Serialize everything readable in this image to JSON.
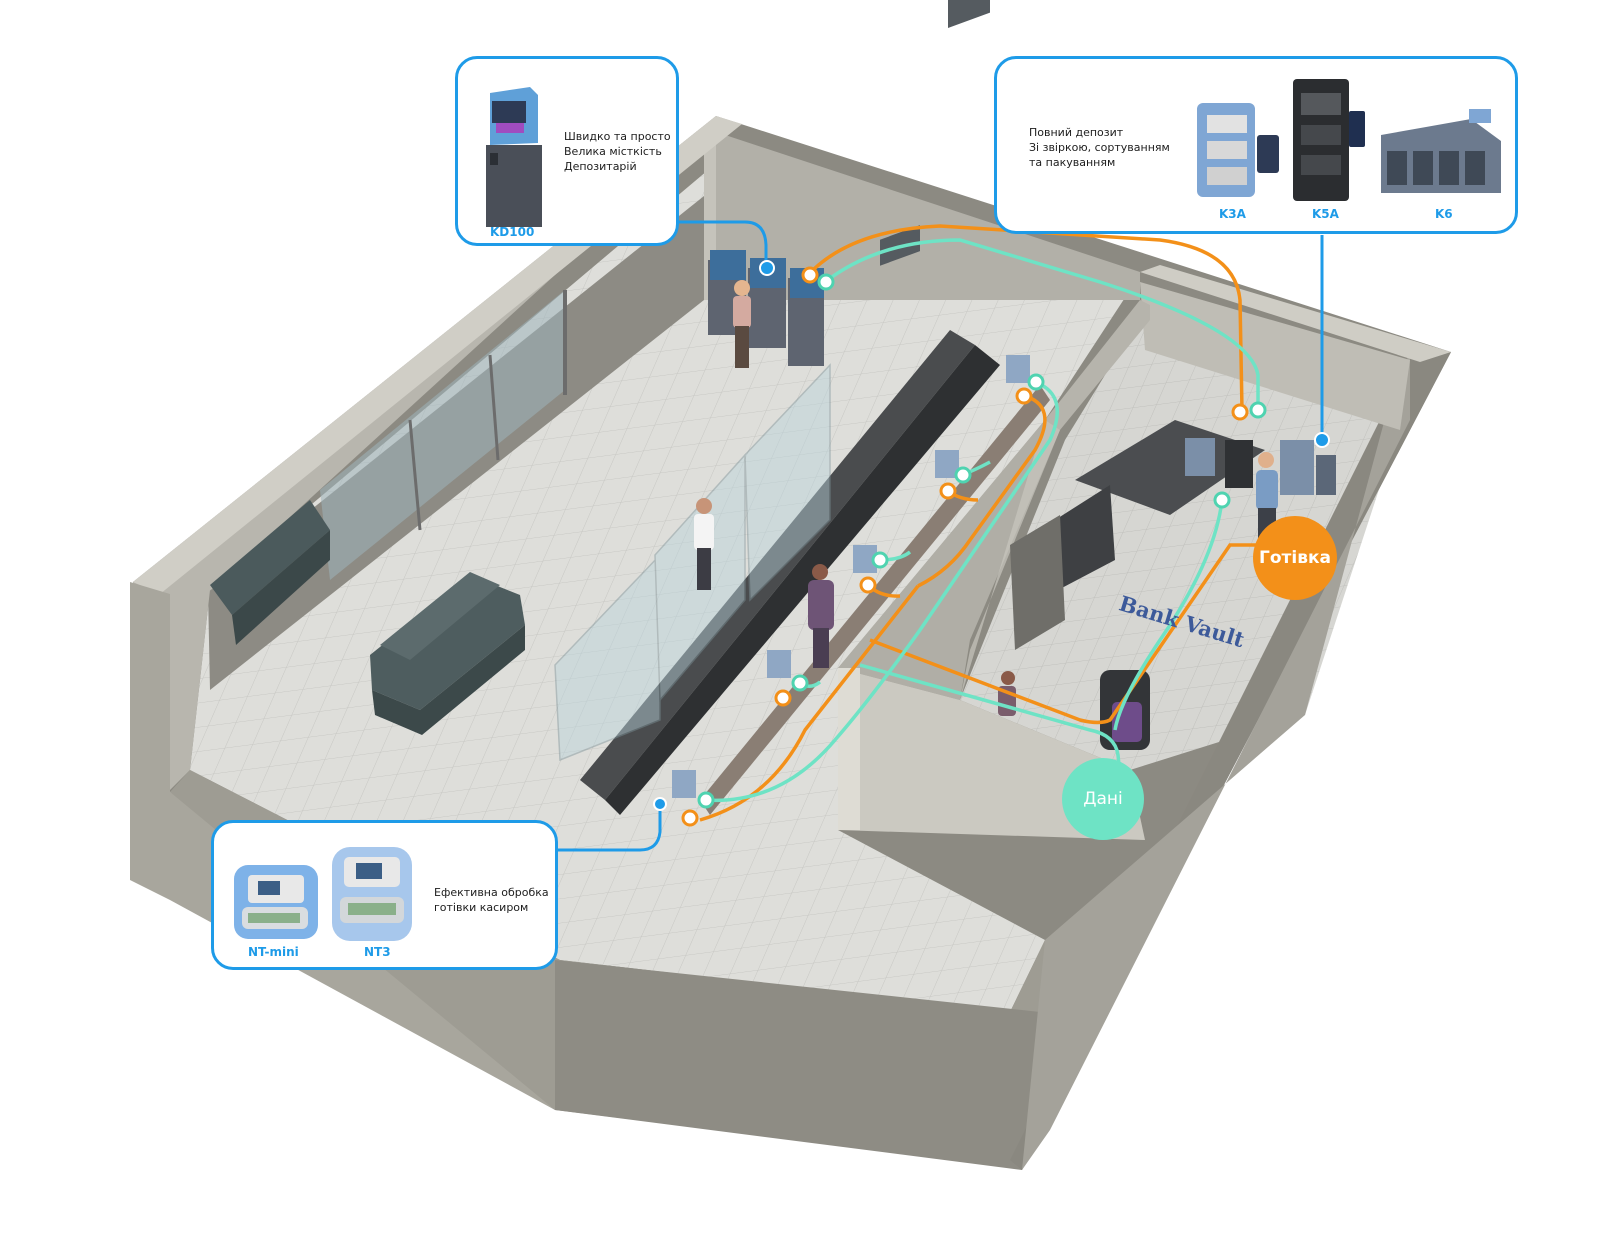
{
  "colors": {
    "accent_blue": "#1e9be8",
    "cash_orange": "#f39019",
    "data_teal": "#6ee3c5",
    "wall": "#a3a197",
    "floor": "#dcdcd8"
  },
  "callouts": {
    "kd100": {
      "lines": [
        "Швидко та просто",
        "Велика місткість",
        "Депозитарій"
      ],
      "product": "KD100"
    },
    "sorters": {
      "lines": [
        "Повний депозит",
        "Зі звіркою, сортуванням",
        "та пакуванням"
      ],
      "products": [
        "K3A",
        "K5A",
        "K6"
      ]
    },
    "counters": {
      "lines": [
        "Ефективна обробка",
        "готівки касиром"
      ],
      "products": [
        "NT-mini",
        "NT3"
      ]
    }
  },
  "badges": {
    "cash": "Готівка",
    "data": "Дані"
  },
  "vault_label": "Bank Vault"
}
